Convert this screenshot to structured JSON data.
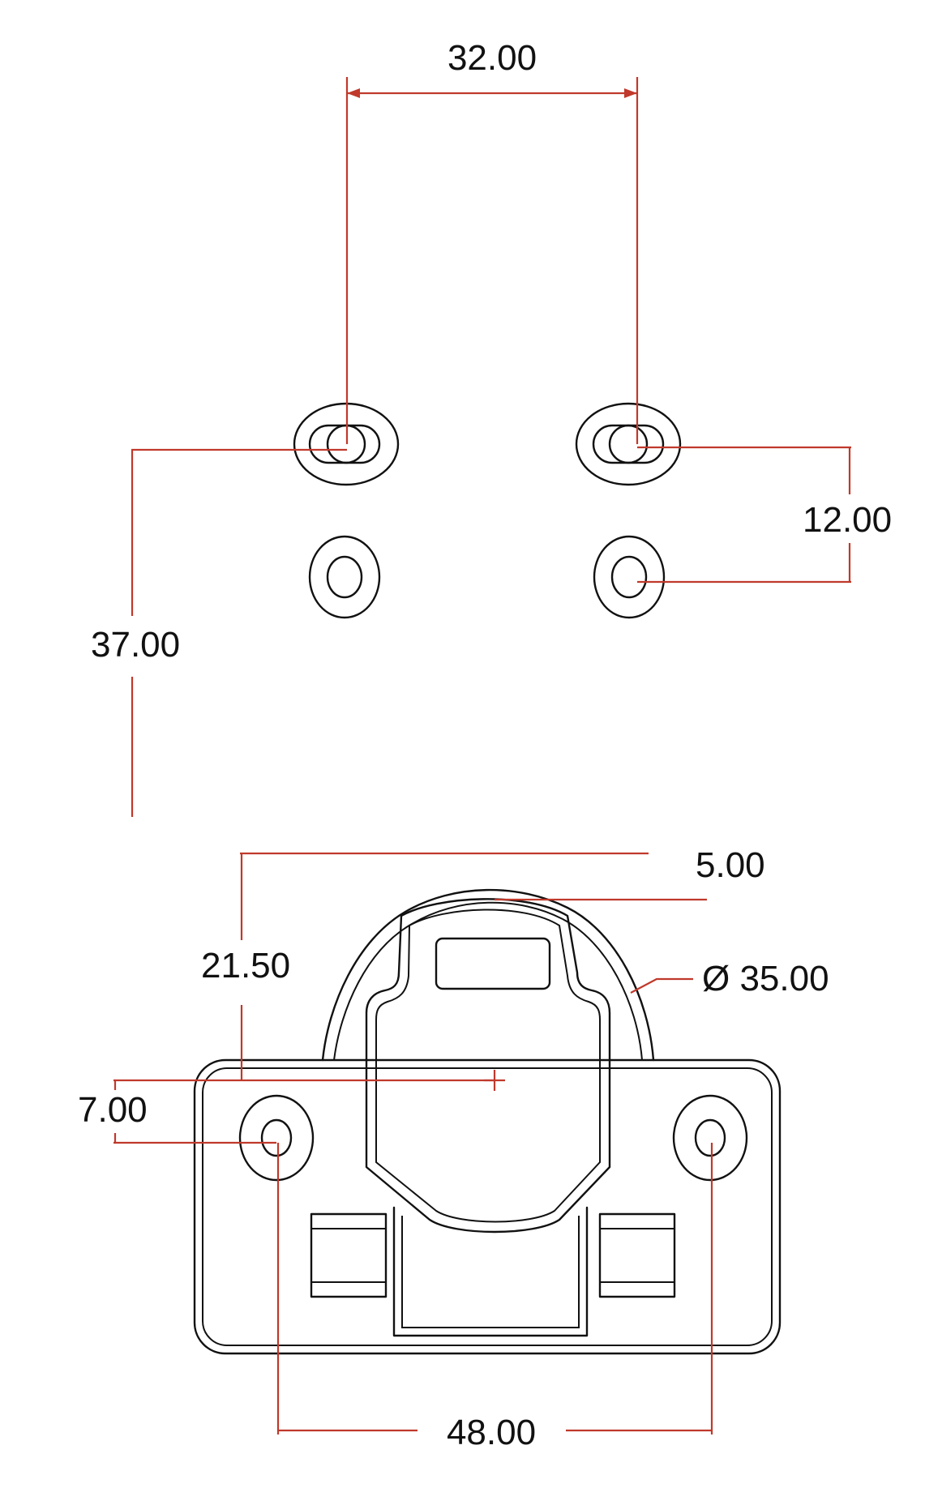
{
  "colors": {
    "outline": "#111111",
    "dimension": "#c0392b",
    "background": "#ffffff"
  },
  "dimensions": {
    "hole_spacing_top": "32.00",
    "slot_to_hole": "12.00",
    "offset_vertical": "37.00",
    "top_offset": "5.00",
    "center_height": "21.50",
    "diameter": "Ø 35.00",
    "hole_edge_offset": "7.00",
    "hole_spacing_bottom": "48.00"
  }
}
